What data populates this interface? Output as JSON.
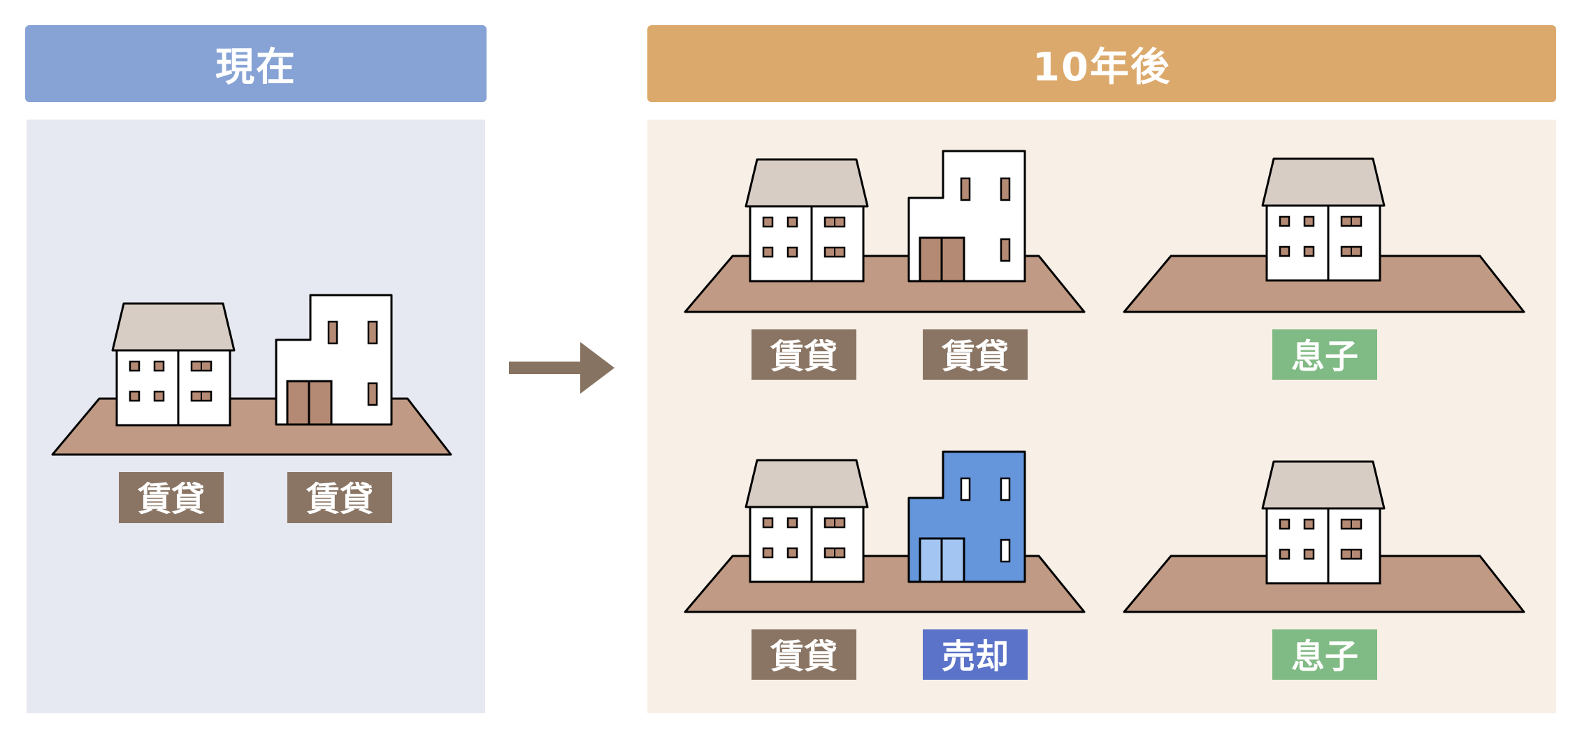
{
  "headers": {
    "now": "現在",
    "later": "10年後"
  },
  "now_scene": {
    "labels": [
      "賃貸",
      "賃貸"
    ]
  },
  "later_scenes": {
    "top_left_labels": [
      "賃貸",
      "賃貸"
    ],
    "top_right_label": "息子",
    "bottom_left_labels": [
      "賃貸",
      "売却"
    ],
    "bottom_right_label": "息子"
  },
  "colors": {
    "header_now": "#87a3d5",
    "header_later": "#dca96c",
    "panel_now": "#e6e9f1",
    "panel_later": "#f8f0e7",
    "ground": "#c09a84",
    "roof": "#d7cdc4",
    "window": "#b58a74",
    "label_rental": "#8a7564",
    "label_sold": "#5b73c8",
    "label_son": "#80ba84",
    "building_sold": "#6596dc",
    "door_sold": "#a3c5f2",
    "arrow": "#877361"
  }
}
